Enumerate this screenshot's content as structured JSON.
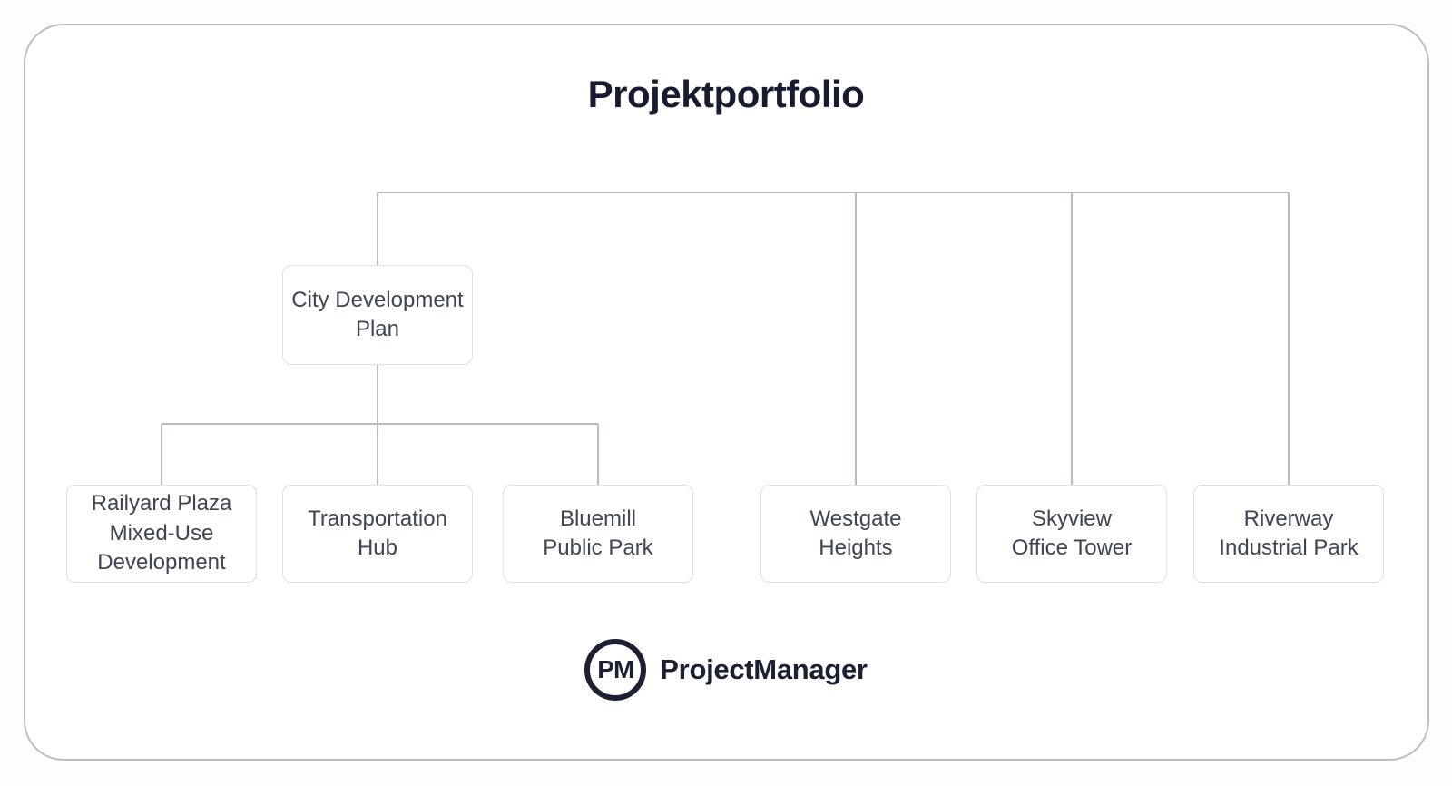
{
  "title": "Projektportfolio",
  "nodes": {
    "city_development_plan": {
      "label": "City Development\nPlan"
    },
    "railyard_plaza": {
      "label": "Railyard Plaza\nMixed-Use\nDevelopment"
    },
    "transportation_hub": {
      "label": "Transportation\nHub"
    },
    "bluemill_public_park": {
      "label": "Bluemill\nPublic Park"
    },
    "westgate_heights": {
      "label": "Westgate\nHeights"
    },
    "skyview_office_tower": {
      "label": "Skyview\nOffice Tower"
    },
    "riverway_industrial_park": {
      "label": "Riverway\nIndustrial Park"
    }
  },
  "hierarchy": {
    "portfolio_children": [
      "City Development Plan",
      "Westgate Heights",
      "Skyview Office Tower",
      "Riverway Industrial Park"
    ],
    "city_development_plan_children": [
      "Railyard Plaza Mixed-Use Development",
      "Transportation Hub",
      "Bluemill Public Park"
    ]
  },
  "footer": {
    "logo_monogram": "PM",
    "brand": "ProjectManager"
  },
  "colors": {
    "connector": "#b7bcc8",
    "card_border": "#b9bec9",
    "box_border": "#dcdfe6",
    "box_text": "#3f4555",
    "title_text": "#171c30",
    "brand_text": "#1b2033",
    "background": "#ffffff"
  }
}
